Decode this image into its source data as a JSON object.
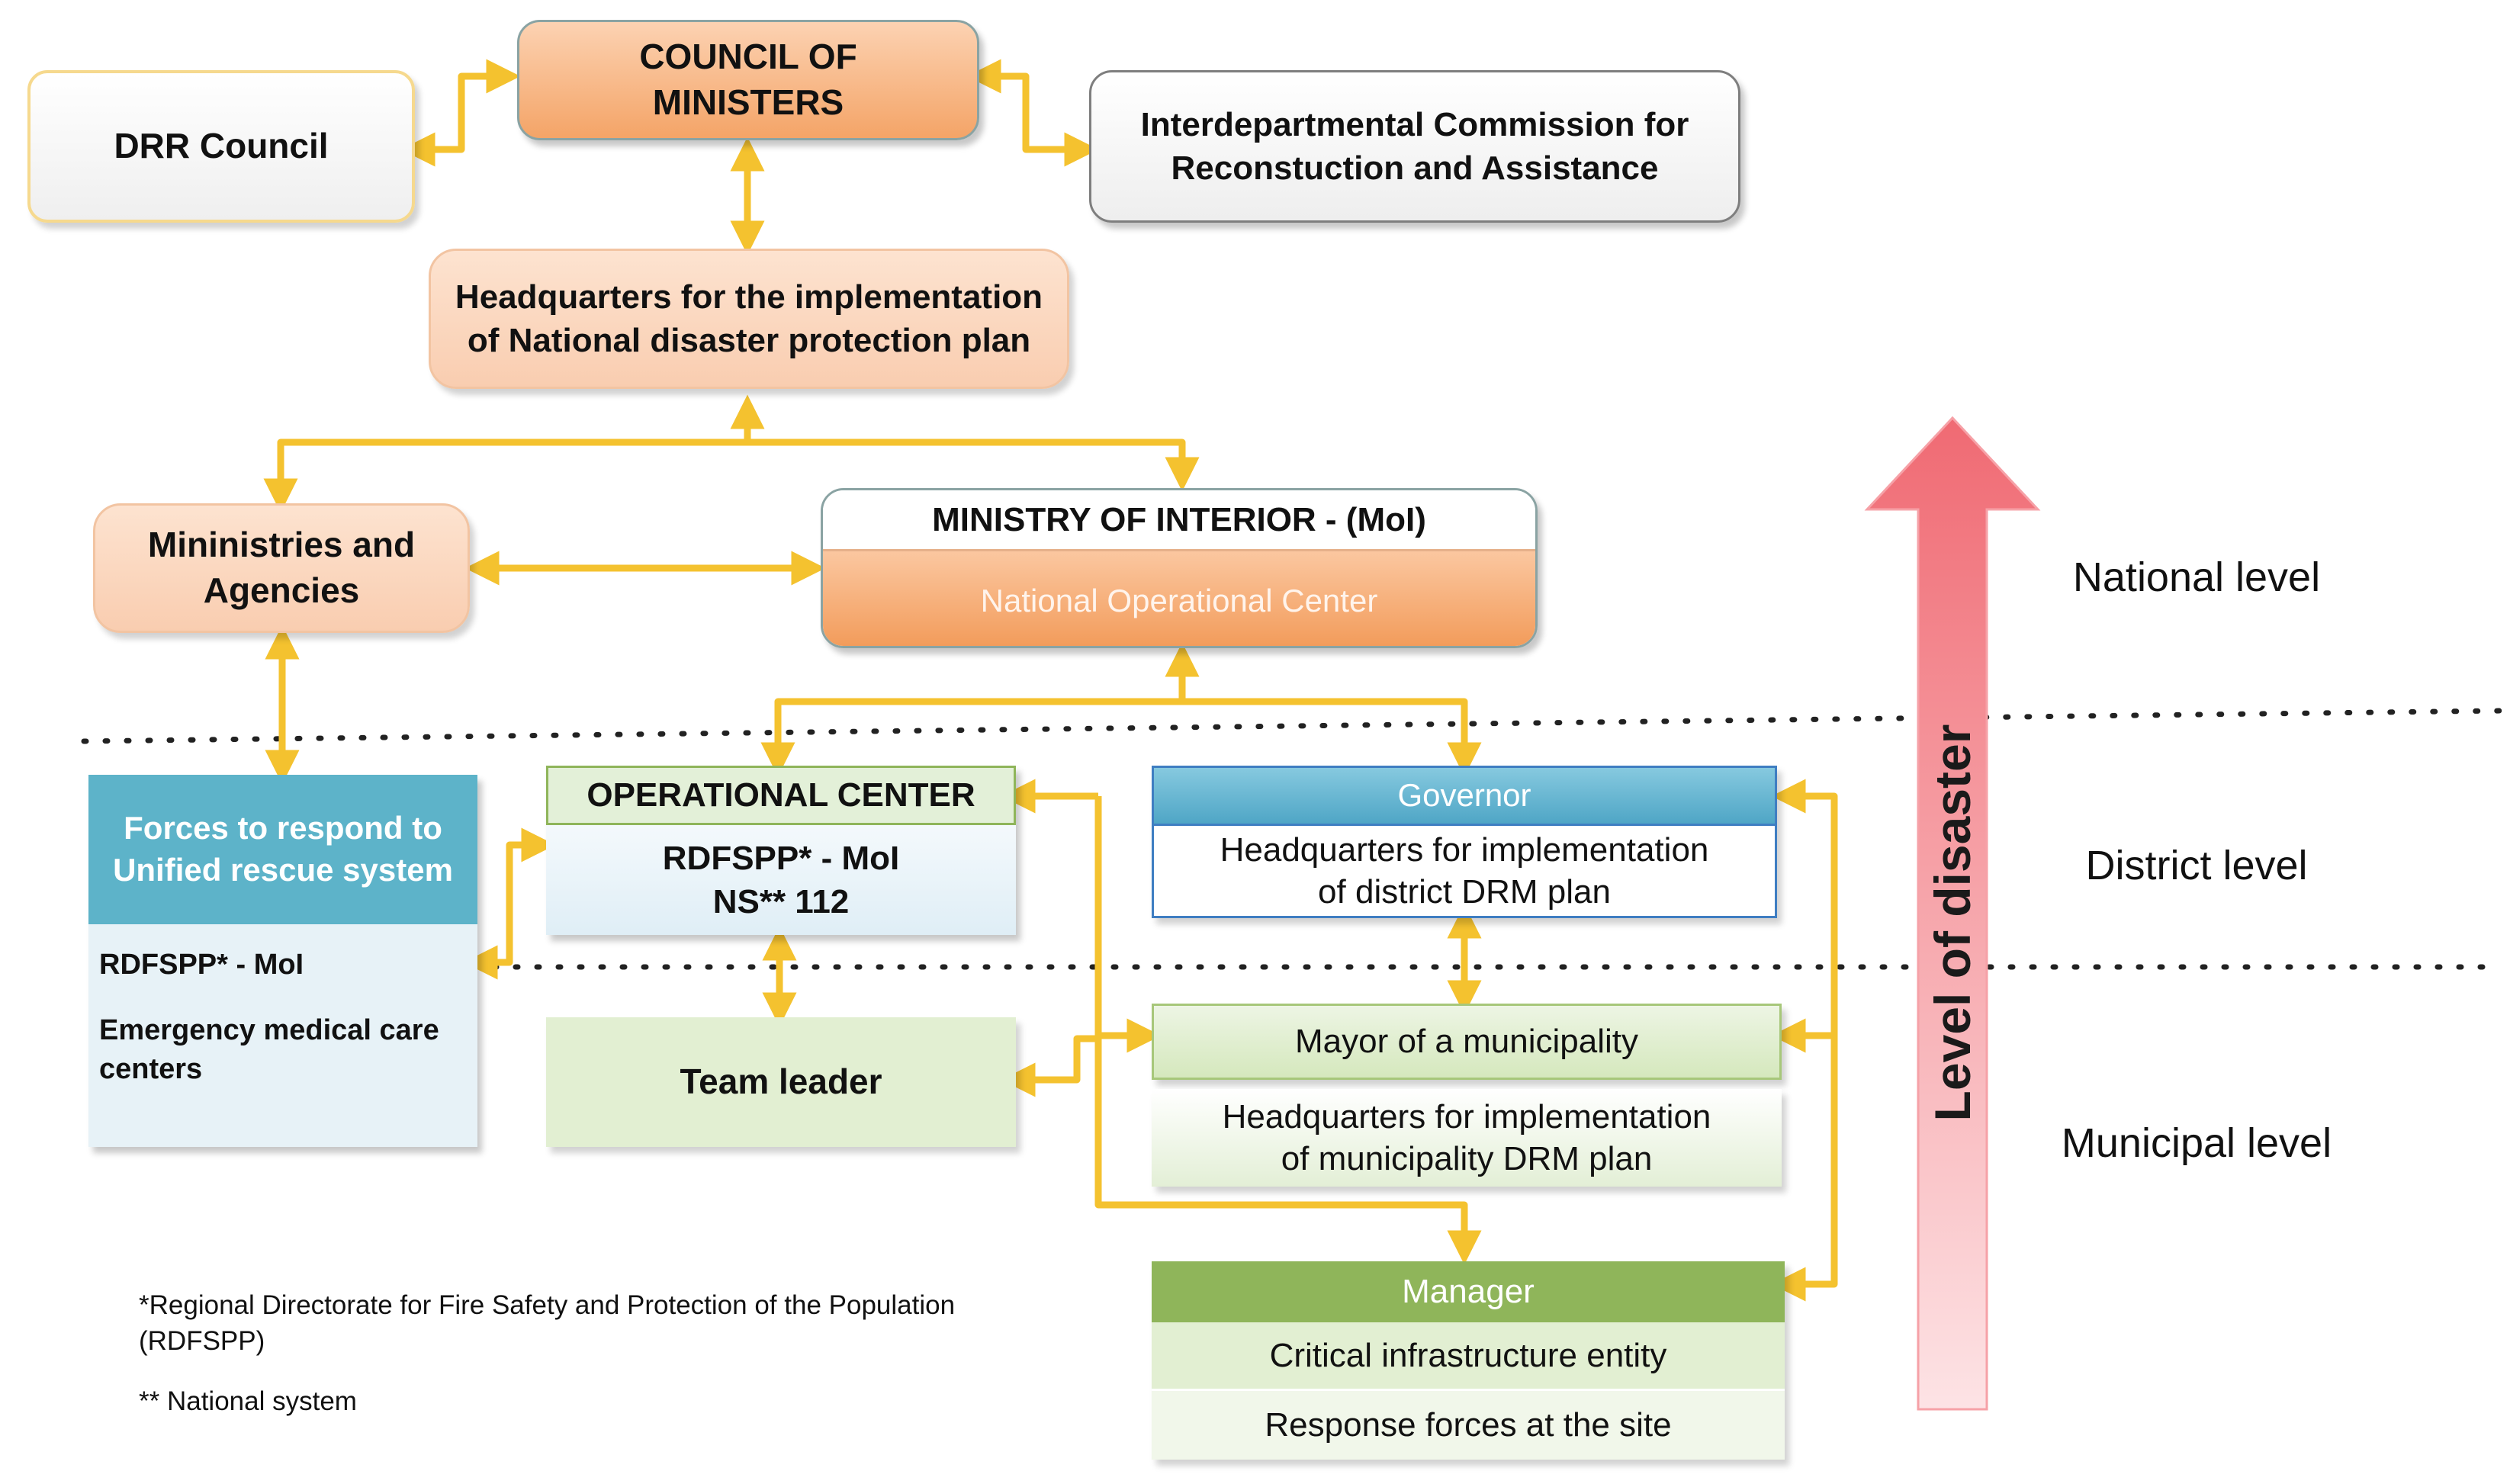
{
  "national": {
    "council_of_ministers": "COUNCIL OF\nMINISTERS",
    "drr_council": "DRR Council",
    "commission": "Interdepartmental Commission for\nReconstuction and Assistance",
    "headquarters": "Headquarters for the implementation\nof National disaster protection plan",
    "ministries": "Mininistries and\nAgencies",
    "moi_title": "MINISTRY OF INTERIOR - (MoI)",
    "moi_center": "National Operational Center"
  },
  "district": {
    "forces_title": "Forces to respond to\nUnified rescue system",
    "forces_item1": "RDFSPP* - MoI",
    "forces_item2": "Emergency medical care\ncenters",
    "op_center_title": "OPERATIONAL CENTER",
    "op_center_body": "RDFSPP* - MoI\nNS** 112",
    "governor_title": "Governor",
    "governor_body": "Headquarters for implementation\nof district DRM plan"
  },
  "municipal": {
    "team_leader": "Team leader",
    "mayor": "Mayor of a municipality",
    "mayor_hq": "Headquarters for implementation\nof municipality DRM plan",
    "manager": "Manager",
    "critical": "Critical infrastructure entity",
    "response": "Response forces at the site"
  },
  "levels": {
    "national": "National level",
    "district": "District level",
    "municipal": "Municipal level",
    "arrow_label": "Level of disaster"
  },
  "footnotes": {
    "note1": "*Regional Directorate for Fire Safety and Protection of the Population\n(RDFSPP)",
    "note2": "** National system"
  },
  "colors": {
    "connector": "#f4c22f",
    "peach": "#f9cdb0",
    "orange": "#f4a467",
    "blue_header": "#5db3c9",
    "light_blue": "#e3f1f7",
    "green_header": "#8fb55a",
    "light_green": "#e2efd2",
    "level_arrow": "#f47f86"
  }
}
